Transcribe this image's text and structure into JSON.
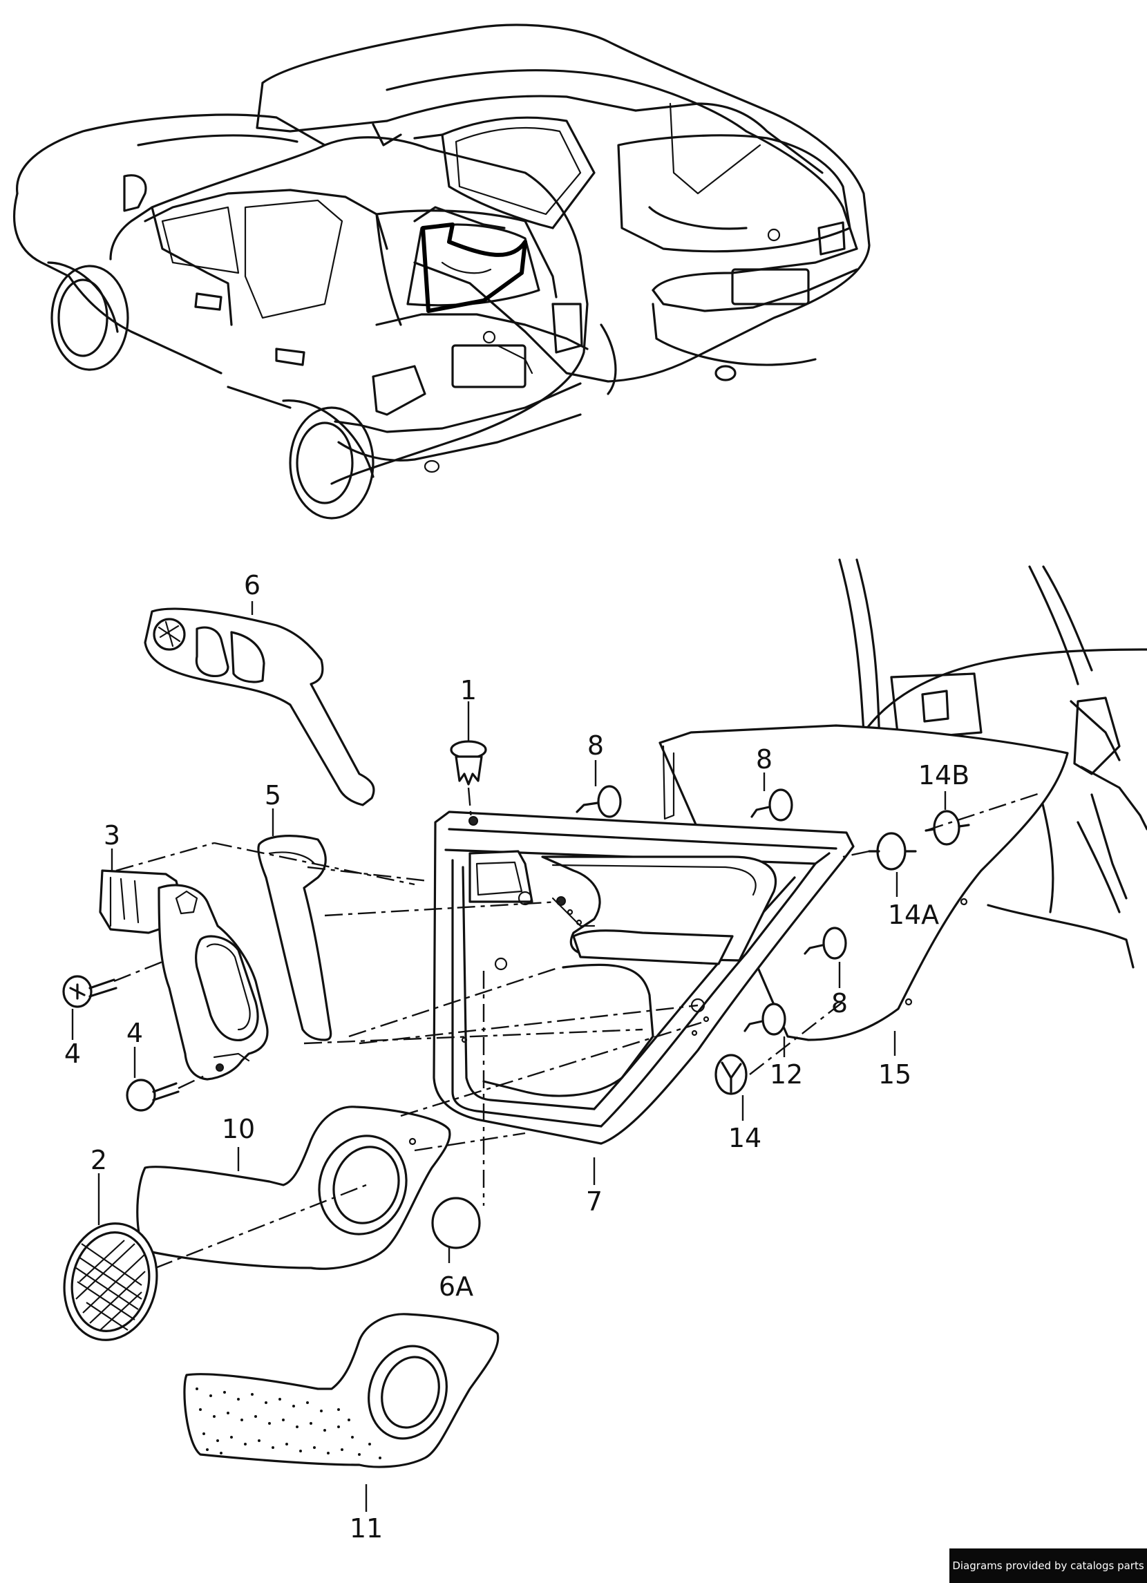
{
  "callouts": [
    "1",
    "2",
    "3",
    "4",
    "4",
    "5",
    "6",
    "6A",
    "7",
    "8",
    "8",
    "8",
    "10",
    "11",
    "12",
    "14",
    "14A",
    "14B",
    "15"
  ],
  "attribution": "Diagrams provided by catalogs parts"
}
